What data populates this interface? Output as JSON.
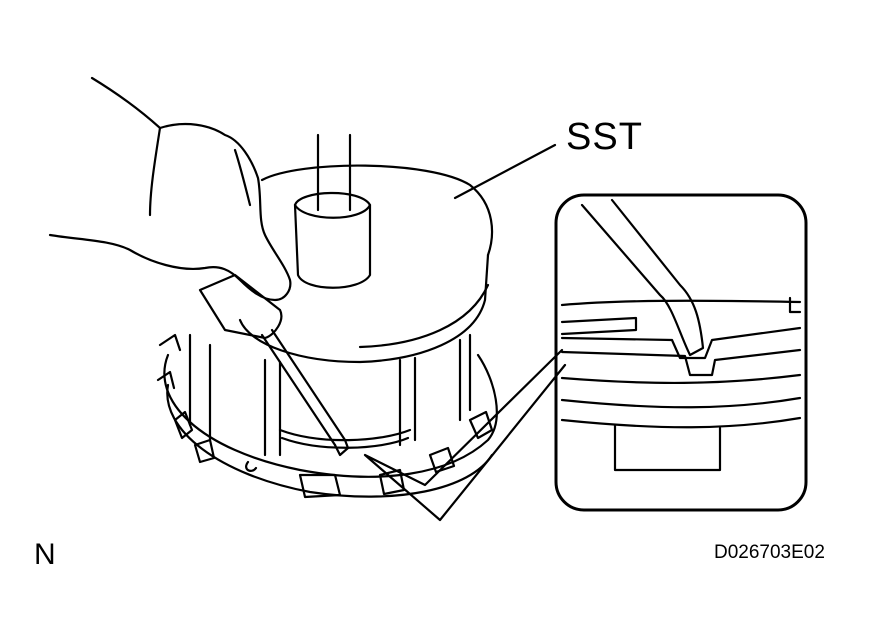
{
  "labels": {
    "sst": "SST",
    "view_letter": "N",
    "figure_code": "D026703E02"
  },
  "colors": {
    "line": "#000000",
    "background": "#ffffff"
  }
}
